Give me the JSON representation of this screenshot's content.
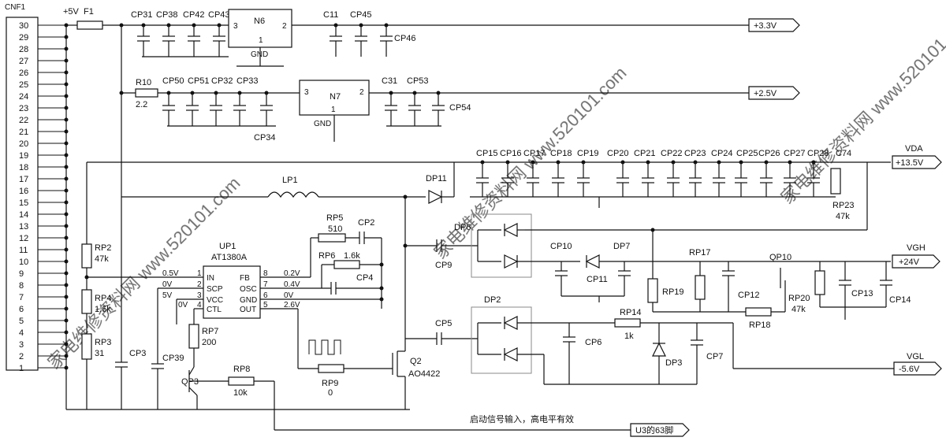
{
  "connector": {
    "name": "CNF1",
    "pins": [
      "30",
      "29",
      "28",
      "27",
      "26",
      "25",
      "24",
      "23",
      "22",
      "21",
      "20",
      "19",
      "18",
      "17",
      "16",
      "15",
      "14",
      "13",
      "12",
      "11",
      "10",
      "9",
      "8",
      "7",
      "6",
      "5",
      "4",
      "3",
      "2",
      "1"
    ]
  },
  "supply": {
    "plus5": "+5V",
    "fuse": "F1"
  },
  "rail33": {
    "caps_left": [
      "CP31",
      "CP38",
      "CP42",
      "CP43"
    ],
    "regulator": "N6",
    "reg_pins": [
      "3",
      "2",
      "1"
    ],
    "reg_gnd": "GND",
    "caps_right": [
      "C11",
      "CP45"
    ],
    "cap_extra": "CP46",
    "output": "+3.3V"
  },
  "rail25": {
    "resistor": "R10",
    "resistor_value": "2.2",
    "caps_left": [
      "CP50",
      "CP51",
      "CP32",
      "CP33"
    ],
    "cap_lower": "CP34",
    "regulator": "N7",
    "reg_pins": [
      "3",
      "2",
      "1"
    ],
    "reg_gnd": "GND",
    "caps_right": [
      "C31",
      "CP53"
    ],
    "cap_extra": "CP54",
    "output": "+2.5V"
  },
  "vda_rail": {
    "caps": [
      "CP15",
      "CP16",
      "CP17",
      "CP18",
      "CP19",
      "CP20",
      "CP21",
      "CP22",
      "CP23",
      "CP24",
      "CP25",
      "CP26",
      "CP27",
      "CP28",
      "C74"
    ],
    "net": "VDA",
    "output": "+13.5V",
    "load_res": "RP23",
    "load_value": "47k"
  },
  "boost": {
    "inductor": "LP1",
    "diode": "DP11",
    "mosfet": "Q2",
    "mosfet_part": "AO4422",
    "gate_res": "RP9",
    "gate_value": "0"
  },
  "controller": {
    "ref": "UP1",
    "part": "AT1380A",
    "left_pins": [
      {
        "num": "1",
        "name": "IN",
        "v": "0.5V"
      },
      {
        "num": "2",
        "name": "SCP",
        "v": "0V"
      },
      {
        "num": "3",
        "name": "VCC",
        "v": "5V"
      },
      {
        "num": "4",
        "name": "CTL",
        "v": "0V"
      }
    ],
    "right_pins": [
      {
        "num": "8",
        "name": "FB",
        "v": "0.2V"
      },
      {
        "num": "7",
        "name": "OSC",
        "v": "0.4V"
      },
      {
        "num": "6",
        "name": "GND",
        "v": "0V"
      },
      {
        "num": "5",
        "name": "OUT",
        "v": "2.6V"
      }
    ]
  },
  "parts": {
    "rp5": "RP5",
    "rp5_val": "510",
    "cp2": "CP2",
    "rp6": "RP6",
    "rp6_val": "1.6k",
    "cp4": "CP4",
    "rp2": "RP2",
    "rp2_val": "47k",
    "rp4": "RP4",
    "rp4_val": "1.6k",
    "rp3": "RP3",
    "rp3_val": "31",
    "cp3": "CP3",
    "cp39": "CP39",
    "rp7": "RP7",
    "rp7_val": "200",
    "qp3": "QP3",
    "rp8": "RP8",
    "rp8_val": "10k"
  },
  "vgh": {
    "cp9": "CP9",
    "dp6": "DP6",
    "cp10": "CP10",
    "dp7": "DP7",
    "cp11": "CP11",
    "rp17": "RP17",
    "rp19": "RP19",
    "cp12": "CP12",
    "rp18": "RP18",
    "qp10": "QP10",
    "rp20": "RP20",
    "rp20_val": "47k",
    "cp13": "CP13",
    "cp14": "CP14",
    "net": "VGH",
    "output": "+24V"
  },
  "vgl": {
    "cp5": "CP5",
    "dp2": "DP2",
    "cp6": "CP6",
    "rp14": "RP14",
    "rp14_val": "1k",
    "dp3": "DP3",
    "cp7": "CP7",
    "net": "VGL",
    "output": "-5.6V"
  },
  "startup": {
    "note": "启动信号输入，高电平有效",
    "target": "U3的63脚"
  },
  "watermark": "家电维修资料网  www.520101.com"
}
